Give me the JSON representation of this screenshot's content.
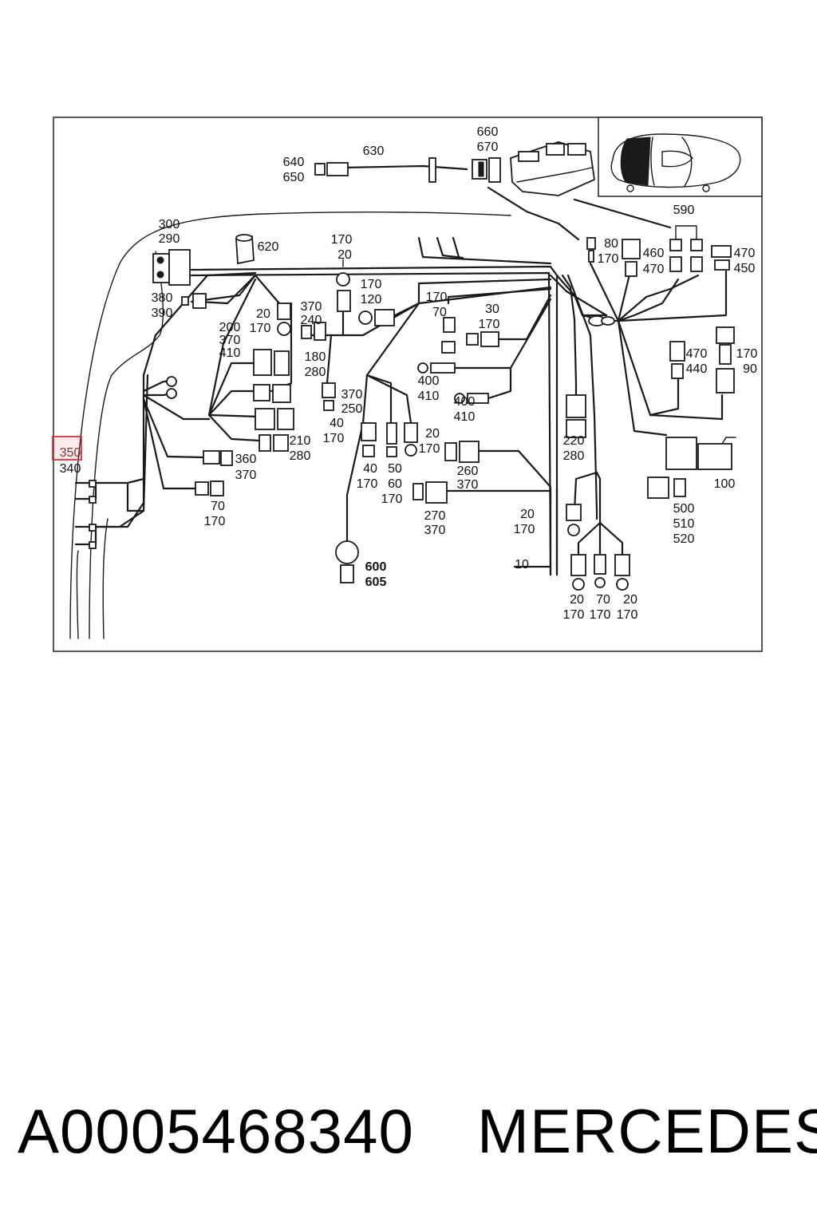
{
  "callouts": {
    "c660": "660",
    "c670": "670",
    "c630": "630",
    "c640": "640",
    "c650": "650",
    "c590": "590",
    "c300": "300",
    "c290": "290",
    "c620": "620",
    "c170a": "170",
    "c20a": "20",
    "c80": "80",
    "c170b": "170",
    "c460": "460",
    "c470a": "470",
    "c470b": "470",
    "c450": "450",
    "c380": "380",
    "c390": "390",
    "c20b": "20",
    "c170c": "170",
    "c370a": "370",
    "c240": "240",
    "c170d": "170",
    "c120": "120",
    "c170e": "170",
    "c70a": "70",
    "c30": "30",
    "c170f": "170",
    "c200": "200",
    "c370b": "370",
    "c410a": "410",
    "c180": "180",
    "c280a": "280",
    "c470c": "470",
    "c440": "440",
    "c170g": "170",
    "c90": "90",
    "c400a": "400",
    "c410b": "410",
    "c400b": "400",
    "c410c": "410",
    "c370c": "370",
    "c250": "250",
    "c40a": "40",
    "c170h": "170",
    "c220": "220",
    "c280b": "280",
    "c350": "350",
    "c340": "340",
    "c210": "210",
    "c280c": "280",
    "c20c": "20",
    "c170i": "170",
    "c360": "360",
    "c370d": "370",
    "c260": "260",
    "c370e": "370",
    "c100": "100",
    "c40b": "40",
    "c170j": "170",
    "c50": "50",
    "c60": "60",
    "c170k": "170",
    "c70b": "70",
    "c170l": "170",
    "c270": "270",
    "c370f": "370",
    "c20d": "20",
    "c170m": "170",
    "c500": "500",
    "c510": "510",
    "c520": "520",
    "c600": "600",
    "c605": "605",
    "c10": "10",
    "c20e": "20",
    "c170n": "170",
    "c70c": "70",
    "c170o": "170",
    "c20f": "20",
    "c170p": "170"
  },
  "highlight": {
    "label": "350",
    "color": "#e0303a"
  },
  "footer": {
    "part_number": "A0005468340",
    "brand": "MERCEDES"
  }
}
